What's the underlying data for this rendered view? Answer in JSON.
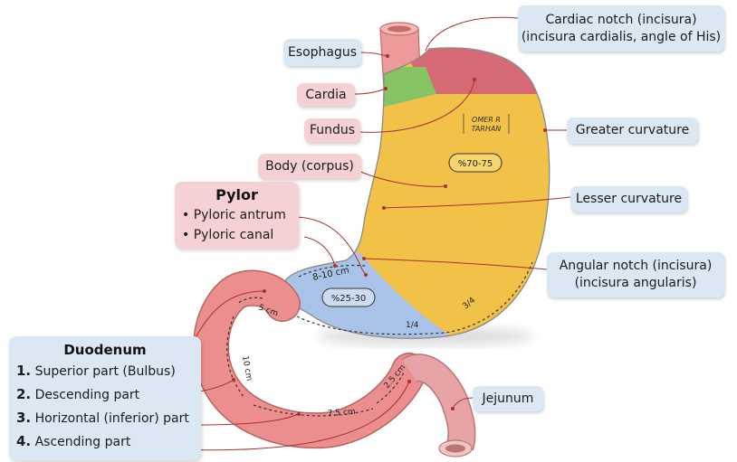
{
  "labels": {
    "esophagus": "Esophagus",
    "cardia": "Cardia",
    "fundus": "Fundus",
    "body": "Body (corpus)",
    "cardiac_notch_1": "Cardiac notch (incisura)",
    "cardiac_notch_2": "(incisura cardialis, angle of His)",
    "greater_curvature": "Greater curvature",
    "lesser_curvature": "Lesser curvature",
    "angular_notch_1": "Angular notch (incisura)",
    "angular_notch_2": "(incisura angularis)",
    "jejunum": "Jejunum"
  },
  "pylor": {
    "title": "Pylor",
    "items": [
      "• Pyloric antrum",
      "• Pyloric canal"
    ]
  },
  "duodenum": {
    "title": "Duodenum",
    "items": [
      {
        "num": "1.",
        "text": "Superior part (Bulbus)"
      },
      {
        "num": "2.",
        "text": "Descending part"
      },
      {
        "num": "3.",
        "text": "Horizontal (inferior) part"
      },
      {
        "num": "4.",
        "text": "Ascending part"
      }
    ]
  },
  "measurements": {
    "body_percent": "%70-75",
    "pylor_percent": "%25-30",
    "pylor_length": "8-10 cm",
    "superior_length": "5 cm",
    "descending_length": "10 cm",
    "horizontal_length": "7.5 cm",
    "ascending_length": "2.5 cm",
    "fraction_quarter": "1/4",
    "fraction_three_quarters": "3/4"
  },
  "watermark": [
    "OMER R",
    "TARHAN"
  ],
  "colors": {
    "esophagus": "#ef9a9a",
    "cardia": "#86c463",
    "fundus": "#d66a74",
    "body": "#f2c148",
    "pylorus": "#a9c2e8",
    "duodenum": "#ec8e8e",
    "jejunum": "#e8a3a6",
    "leader": "#a83232"
  }
}
